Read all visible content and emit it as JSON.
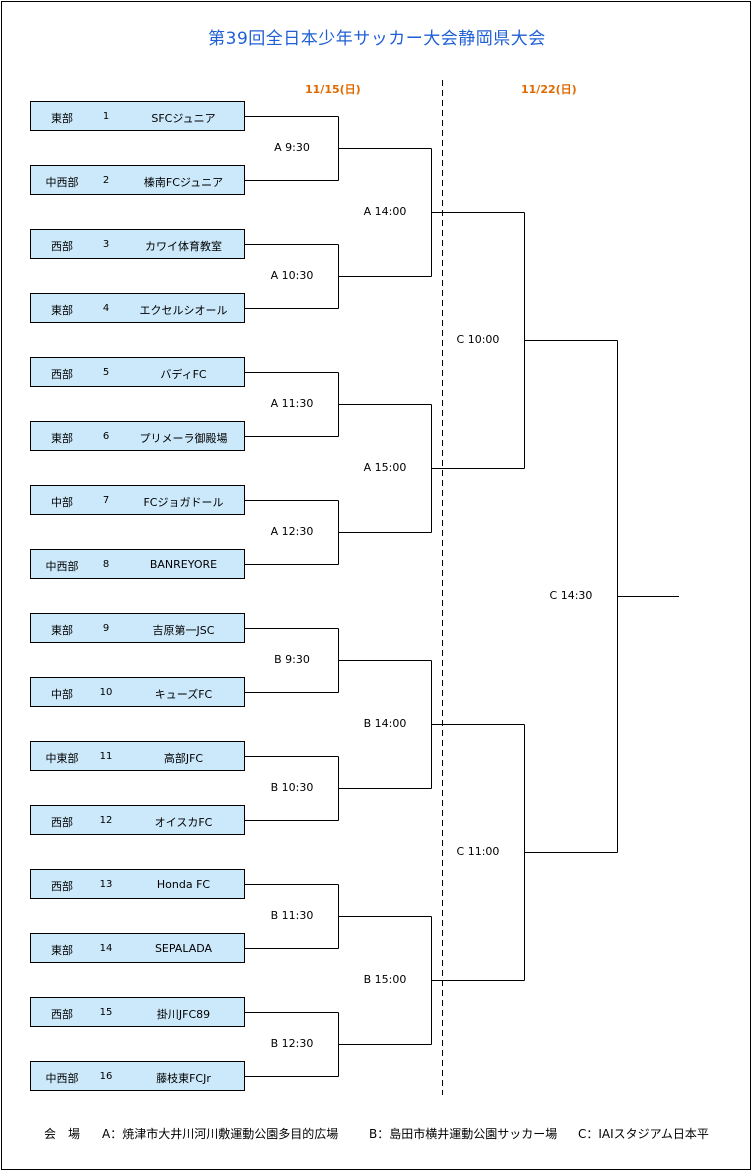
{
  "title": "第39回全日本少年サッカー大会静岡県大会",
  "dates": {
    "round1": "11/15(日)",
    "round3": "11/22(日)"
  },
  "teams": [
    {
      "region": "東部",
      "seed": "1",
      "name": "SFCジュニア"
    },
    {
      "region": "中西部",
      "seed": "2",
      "name": "榛南FCジュニア"
    },
    {
      "region": "西部",
      "seed": "3",
      "name": "カワイ体育教室"
    },
    {
      "region": "東部",
      "seed": "4",
      "name": "エクセルシオール"
    },
    {
      "region": "西部",
      "seed": "5",
      "name": "バディFC"
    },
    {
      "region": "東部",
      "seed": "6",
      "name": "プリメーラ御殿場"
    },
    {
      "region": "中部",
      "seed": "7",
      "name": "FCジョガドール"
    },
    {
      "region": "中西部",
      "seed": "8",
      "name": "BANREYORE"
    },
    {
      "region": "東部",
      "seed": "9",
      "name": "吉原第一JSC"
    },
    {
      "region": "中部",
      "seed": "10",
      "name": "キューズFC"
    },
    {
      "region": "中東部",
      "seed": "11",
      "name": "高部JFC"
    },
    {
      "region": "西部",
      "seed": "12",
      "name": "オイスカFC"
    },
    {
      "region": "西部",
      "seed": "13",
      "name": "Honda FC"
    },
    {
      "region": "東部",
      "seed": "14",
      "name": "SEPALADA"
    },
    {
      "region": "西部",
      "seed": "15",
      "name": "掛川JFC89"
    },
    {
      "region": "中西部",
      "seed": "16",
      "name": "藤枝東FCJr"
    }
  ],
  "round1": [
    "A 9:30",
    "A 10:30",
    "A 11:30",
    "A 12:30",
    "B 9:30",
    "B 10:30",
    "B 11:30",
    "B 12:30"
  ],
  "round2": [
    "A 14:00",
    "A 15:00",
    "B 14:00",
    "B 15:00"
  ],
  "round3": [
    "C 10:00",
    "C 11:00"
  ],
  "final": [
    "C 14:30"
  ],
  "venue": {
    "label": "会　場",
    "a": "A：焼津市大井川河川敷運動公園多目的広場",
    "b": "B：島田市横井運動公園サッカー場",
    "c": "C：IAIスタジアム日本平"
  }
}
